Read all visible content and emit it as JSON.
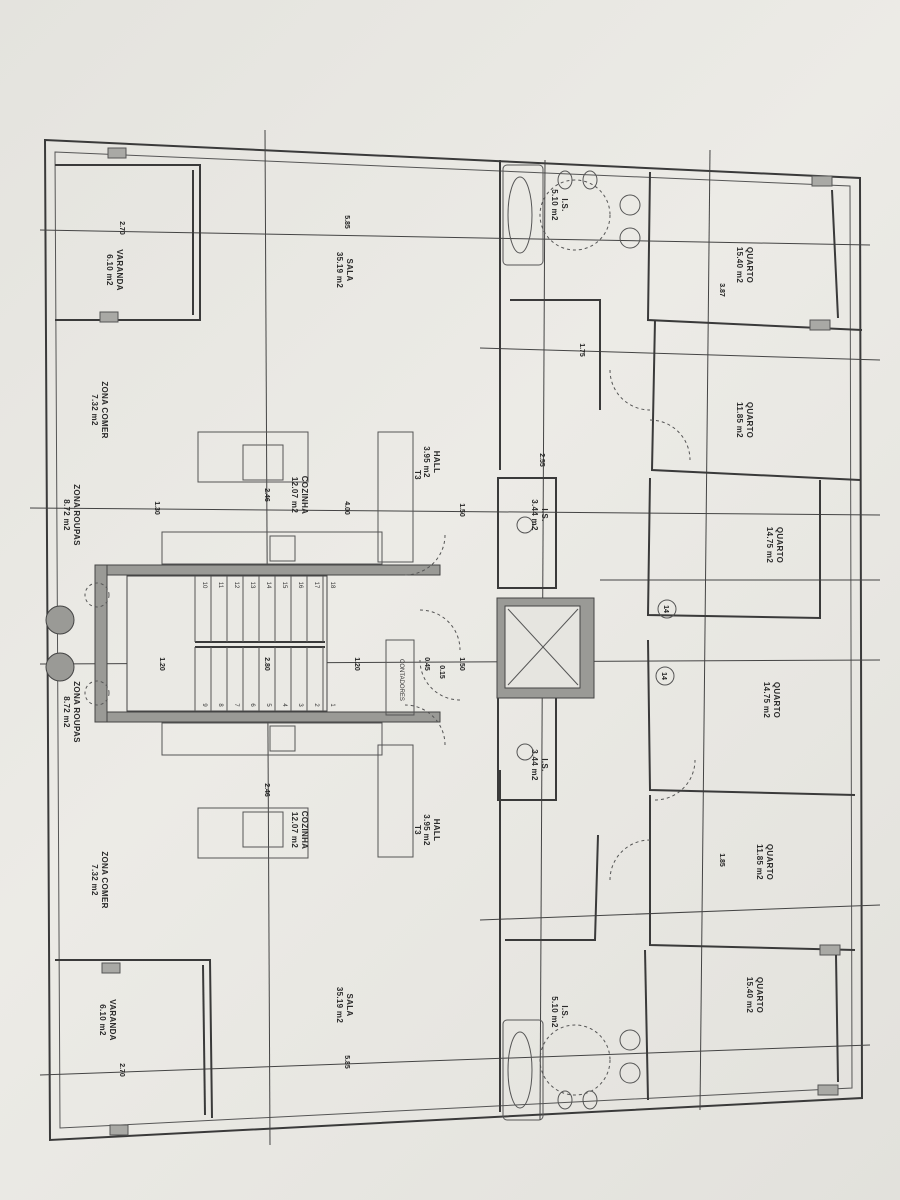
{
  "plan": {
    "typology": "T3",
    "rooms": [
      {
        "name": "VARANDA",
        "area": "6.10 m2"
      },
      {
        "name": "SALA",
        "area": "35.19 m2"
      },
      {
        "name": "ZONA COMER",
        "area": "7.32 m2"
      },
      {
        "name": "COZINHA",
        "area": "12.07 m2"
      },
      {
        "name": "HALL",
        "area": "3.95 m2"
      },
      {
        "name": "ZONA ROUPAS",
        "area": "8.72 m2"
      },
      {
        "name": "QUARTO",
        "area": "15.40 m2"
      },
      {
        "name": "QUARTO",
        "area": "11.85 m2"
      },
      {
        "name": "QUARTO",
        "area": "14.75 m2"
      },
      {
        "name": "I.S.",
        "area": "3.44 m2"
      },
      {
        "name": "I.S.",
        "area": "5.10 m2"
      }
    ],
    "dimensions": [
      "2.70",
      "5.85",
      "1.30",
      "4.00",
      "2.46",
      "1.20",
      "2.80",
      "1.50",
      "0.45",
      "0.15",
      "1.50",
      "2.55",
      "1.75",
      "3.87",
      "1.85"
    ],
    "stair_steps": [
      "1",
      "2",
      "3",
      "4",
      "5",
      "6",
      "7",
      "8",
      "9",
      "10",
      "11",
      "12",
      "13",
      "14",
      "15",
      "16",
      "17",
      "18"
    ],
    "meters_label": "CONTADORES",
    "marker": "14"
  }
}
